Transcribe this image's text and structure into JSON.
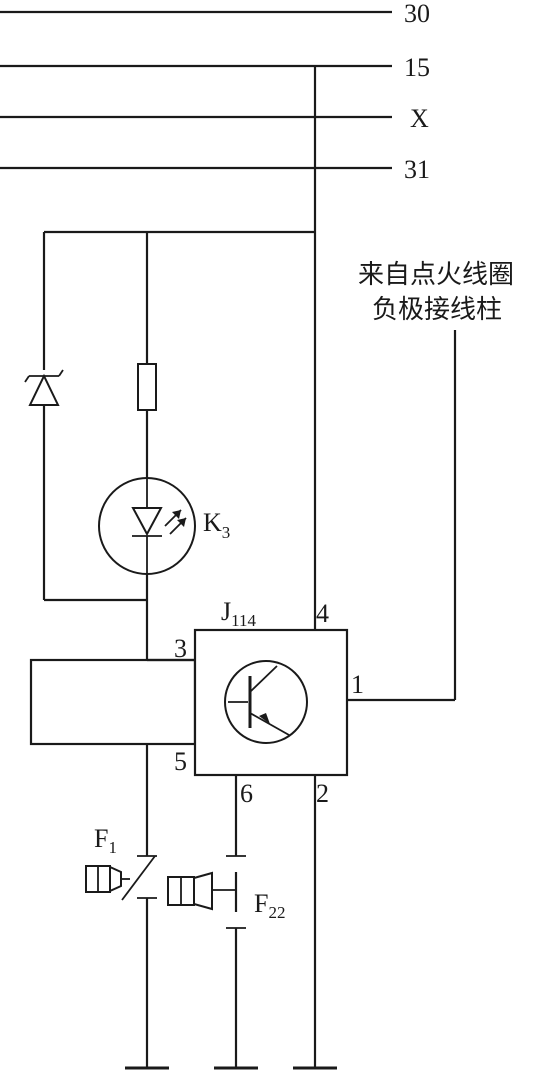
{
  "rails": {
    "r30": "30",
    "r15": "15",
    "rX": "X",
    "r31": "31"
  },
  "note": {
    "line1": "来自点火线圈",
    "line2": "负极接线柱"
  },
  "components": {
    "k3_main": "K",
    "k3_sub": "3",
    "j114_main": "J",
    "j114_sub": "114",
    "f1_main": "F",
    "f1_sub": "1",
    "f22_main": "F",
    "f22_sub": "22"
  },
  "pins": {
    "p1": "1",
    "p2": "2",
    "p3": "3",
    "p4": "4",
    "p5": "5",
    "p6": "6"
  }
}
